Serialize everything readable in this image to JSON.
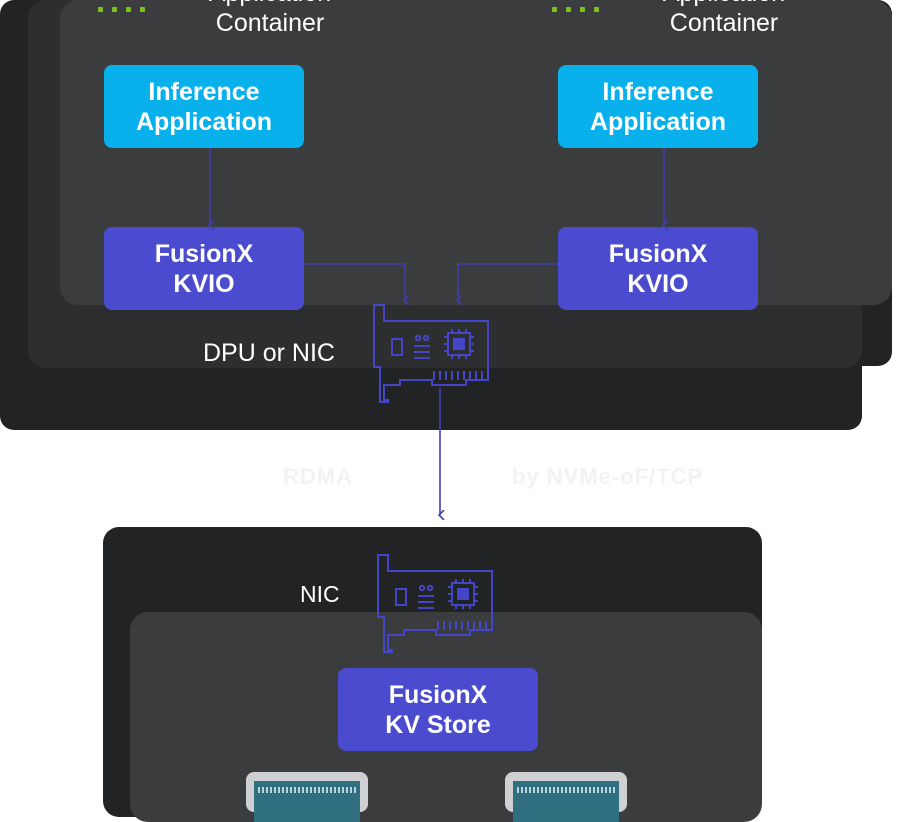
{
  "host": {
    "containers": [
      {
        "heading": "Application\nContainer",
        "app_box": "Inference\nApplication",
        "kvio_box": "FusionX\nKVIO"
      },
      {
        "heading": "Application\nContainer",
        "app_box": "Inference\nApplication",
        "kvio_box": "FusionX\nKVIO"
      }
    ],
    "nic_label": "DPU or NIC"
  },
  "link_text": {
    "left": "RDMA",
    "right": "by NVMe-oF/TCP"
  },
  "storage": {
    "nic_label": "NIC",
    "kv_store_box": "FusionX\nKV Store"
  },
  "colors": {
    "app_box": "#08b0ec",
    "kvio_box": "#4b4bcf",
    "arrow": "#3f3fb0",
    "icon_stroke": "#4545c8",
    "panel_dark": "#222324",
    "panel_inner": "#3b3c3d",
    "status_dots": "#7cc21e"
  },
  "icons": {
    "nic_card": "network-card-icon",
    "chip": "memory-chip-icon",
    "status": "status-dots-icon"
  }
}
